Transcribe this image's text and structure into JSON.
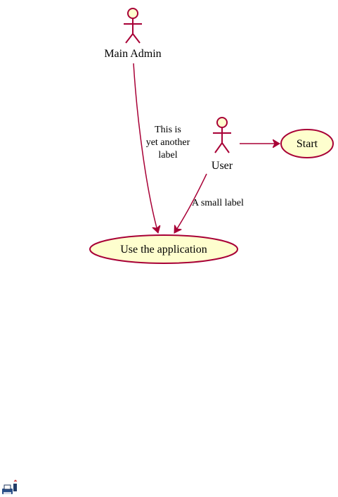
{
  "diagram": {
    "type": "use-case",
    "colors": {
      "stroke": "#A80036",
      "actor_fill": "#FEFECE",
      "usecase_fill": "#FEFECE",
      "text": "#000000"
    },
    "actors": [
      {
        "id": "main_admin",
        "label": "Main Admin"
      },
      {
        "id": "user",
        "label": "User"
      }
    ],
    "usecases": [
      {
        "id": "use_app",
        "label": "Use the application"
      },
      {
        "id": "start",
        "label": "Start"
      }
    ],
    "edges": [
      {
        "from": "main_admin",
        "to": "use_app",
        "label_lines": [
          "This is",
          "yet another",
          "label"
        ]
      },
      {
        "from": "user",
        "to": "use_app",
        "label_lines": [
          "A small label"
        ]
      },
      {
        "from": "user",
        "to": "start",
        "label_lines": []
      }
    ]
  },
  "footer": {
    "icon": "print-icon"
  }
}
